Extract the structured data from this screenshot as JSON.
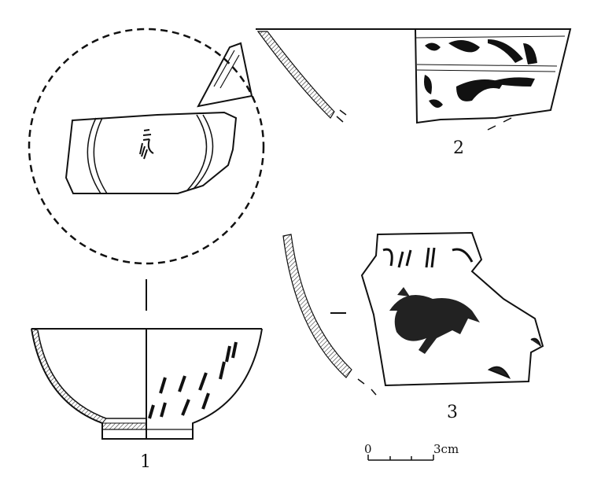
{
  "figures": [
    {
      "label": "1"
    },
    {
      "label": "2"
    },
    {
      "label": "3"
    }
  ],
  "scale_bar": {
    "start_label": "0",
    "end_label": "3cm"
  },
  "colors": {
    "ink": "#111111",
    "background": "#ffffff"
  }
}
